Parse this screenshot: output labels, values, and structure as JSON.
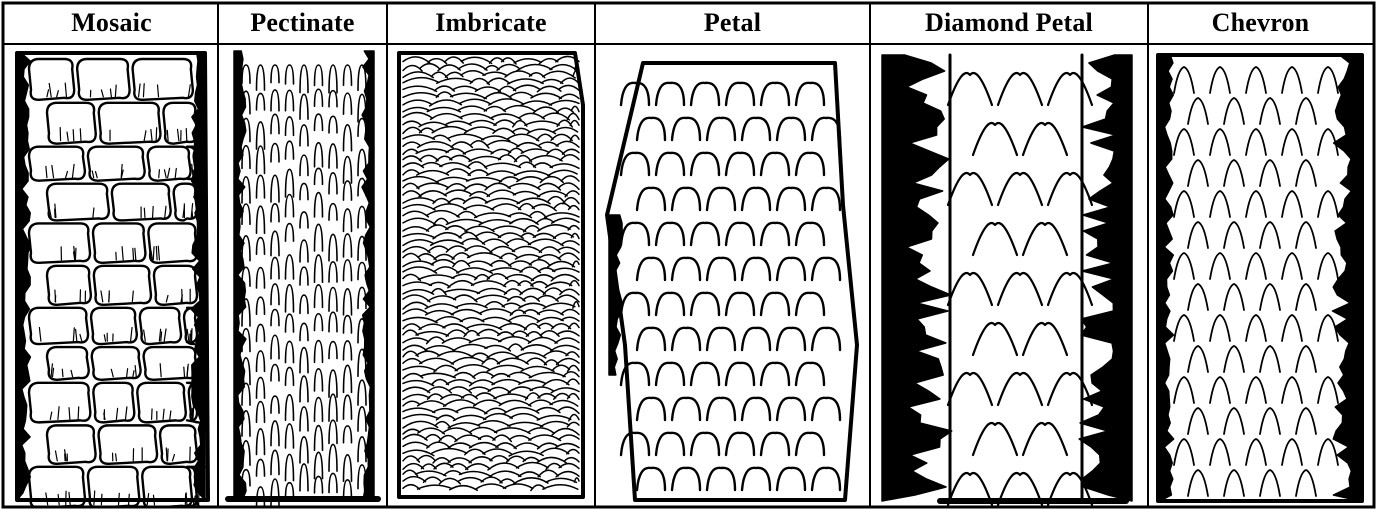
{
  "figure": {
    "ink_color": "#000000",
    "paper_color": "#ffffff",
    "panels": [
      {
        "id": "mosaic",
        "title": "Mosaic",
        "pattern": "mosaic"
      },
      {
        "id": "pectinate",
        "title": "Pectinate",
        "pattern": "pectinate"
      },
      {
        "id": "imbricate",
        "title": "Imbricate",
        "pattern": "imbricate"
      },
      {
        "id": "petal",
        "title": "Petal",
        "pattern": "petal"
      },
      {
        "id": "diamond-petal",
        "title": "Diamond Petal",
        "pattern": "diamond-petal"
      },
      {
        "id": "chevron",
        "title": "Chevron",
        "pattern": "chevron"
      }
    ]
  }
}
